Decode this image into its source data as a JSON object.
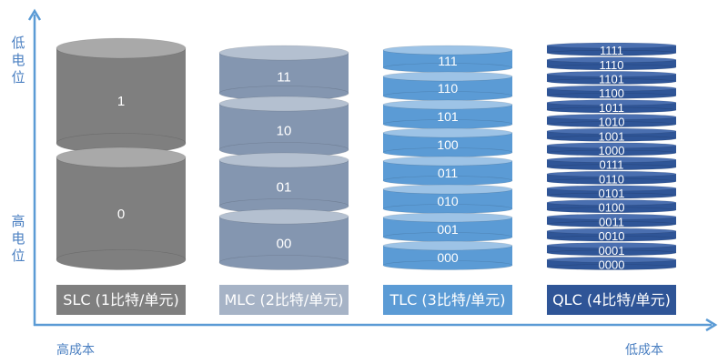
{
  "axes": {
    "y_top_label": "低电位",
    "y_bottom_label": "高电位",
    "x_left_label": "高成本",
    "x_right_label": "低成本",
    "color": "#5b9bd5"
  },
  "cells": [
    {
      "name": "slc",
      "label": "SLC (1比特/单元)",
      "levels": [
        "1",
        "0"
      ],
      "body": "#7f7f7f",
      "top": "#a9a9a9",
      "caption_bg": "#7f7f7f"
    },
    {
      "name": "mlc",
      "label": "MLC (2比特/单元)",
      "levels": [
        "11",
        "10",
        "01",
        "00"
      ],
      "body": "#8496b0",
      "top": "#b4c0d0",
      "caption_bg": "#a6b3c6"
    },
    {
      "name": "tlc",
      "label": "TLC (3比特/单元)",
      "levels": [
        "111",
        "110",
        "101",
        "100",
        "011",
        "010",
        "001",
        "000"
      ],
      "body": "#5b9bd5",
      "top": "#9dc3e6",
      "caption_bg": "#5b9bd5"
    },
    {
      "name": "qlc",
      "label": "QLC (4比特/单元)",
      "levels": [
        "1111",
        "1110",
        "1101",
        "1100",
        "1011",
        "1010",
        "1001",
        "1000",
        "0111",
        "0110",
        "0101",
        "0100",
        "0011",
        "0010",
        "0001",
        "0000"
      ],
      "body": "#2f5597",
      "top": "#4a6fb0",
      "caption_bg": "#2f5597"
    }
  ]
}
